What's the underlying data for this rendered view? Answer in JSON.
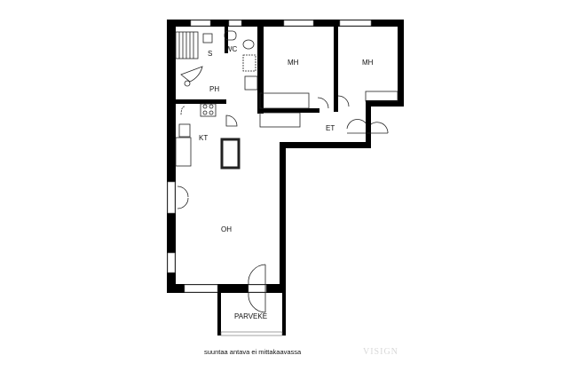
{
  "rooms": {
    "sauna": "S",
    "wc": "WC",
    "bedroom_1": "MH",
    "bedroom_2": "MH",
    "bathroom": "PH",
    "kitchen": "KT",
    "hall": "ET",
    "living_room": "OH",
    "balcony": "PARVEKE"
  },
  "caption": "suuntaa antava ei mittakaavassa",
  "watermark": "VISIGN",
  "colors": {
    "wall": "#000000",
    "watermark": "#d8d8d8"
  }
}
